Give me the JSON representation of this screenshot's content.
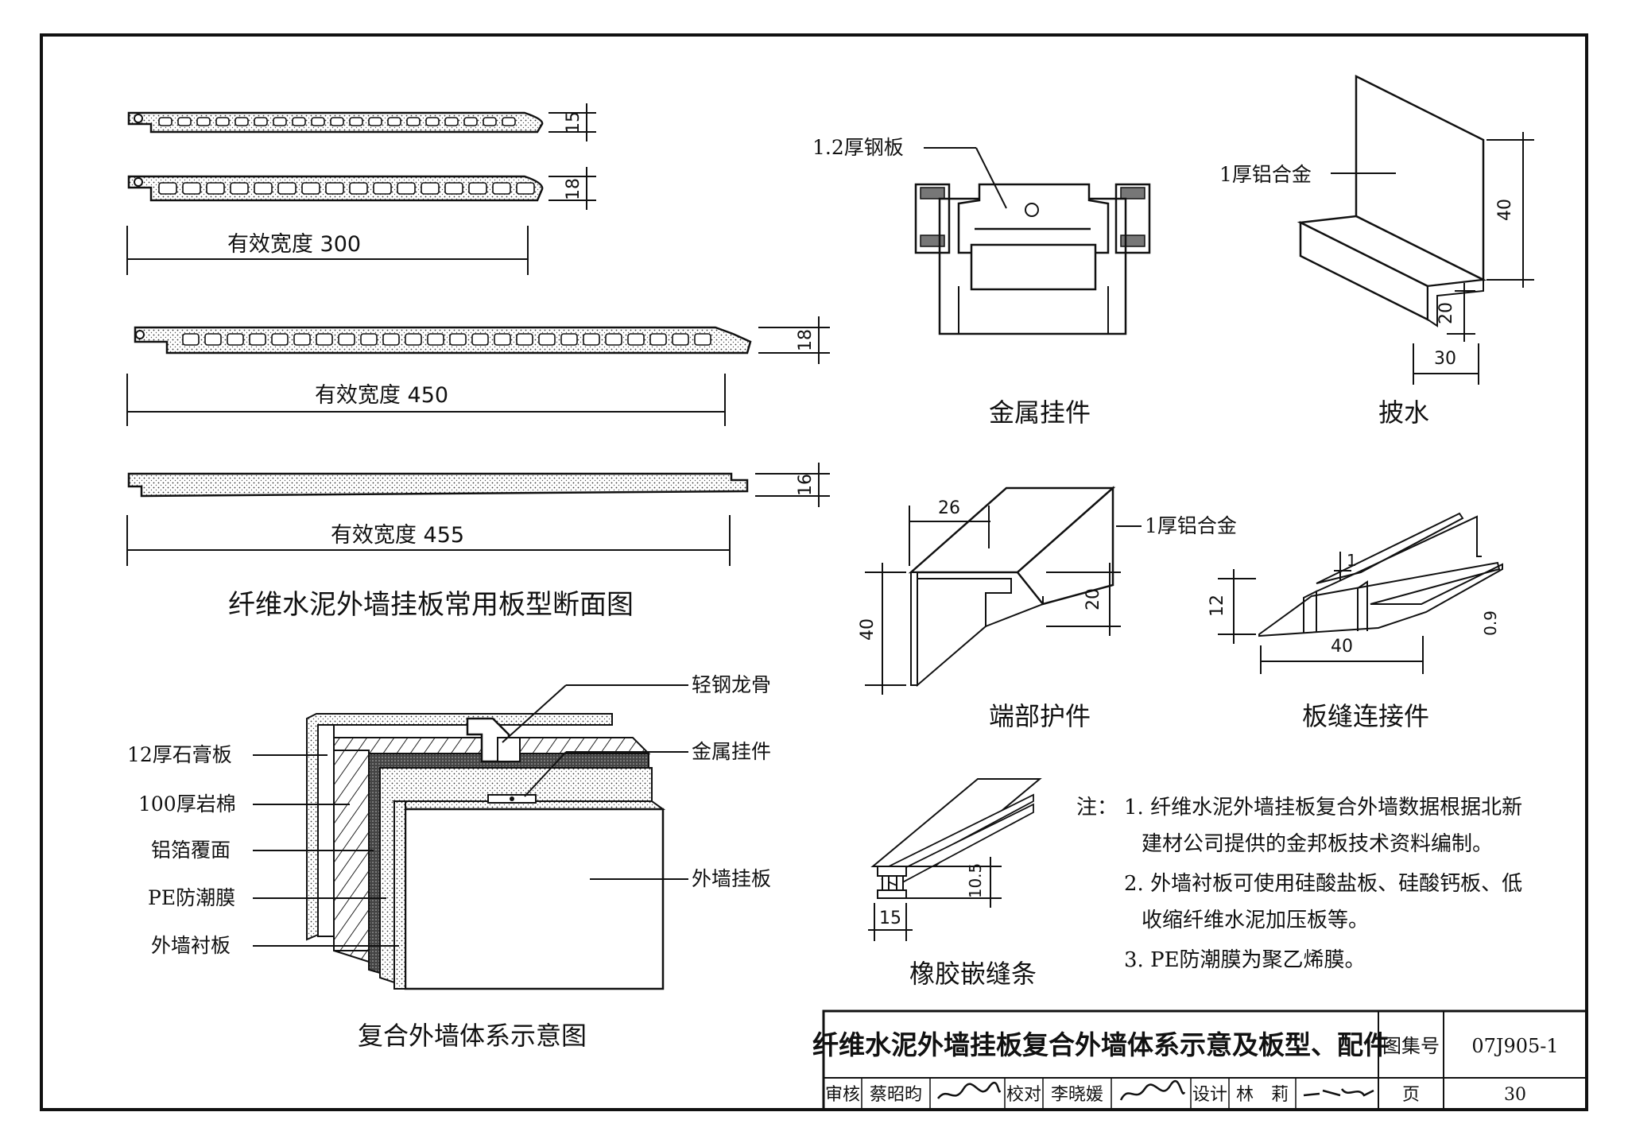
{
  "profiles": {
    "dim_15": "15",
    "dim_18a": "18",
    "width_300": "有效宽度 300",
    "dim_18b": "18",
    "width_450": "有效宽度 450",
    "dim_16": "16",
    "width_455": "有效宽度 455",
    "caption": "纤维水泥外墙挂板常用板型断面图"
  },
  "metal_hanger": {
    "label_steel": "1.2厚钢板",
    "caption": "金属挂件"
  },
  "flashing": {
    "label_alloy": "1厚铝合金",
    "dim_40": "40",
    "dim_20": "20",
    "dim_30": "30",
    "caption": "披水"
  },
  "end_guard": {
    "label_alloy": "1厚铝合金",
    "dim_26": "26",
    "dim_40": "40",
    "dim_20": "20",
    "caption": "端部护件"
  },
  "joint_connector": {
    "dim_1": "1",
    "dim_12": "12",
    "dim_09": "0.9",
    "dim_40": "40",
    "caption": "板缝连接件"
  },
  "rubber_strip": {
    "dim_105": "10.5",
    "dim_15": "15",
    "caption": "橡胶嵌缝条"
  },
  "wall_system": {
    "labels": {
      "gypsum": "12厚石膏板",
      "rockwool": "100厚岩棉",
      "foil": "铝箔覆面",
      "pe": "PE防潮膜",
      "lining": "外墙衬板",
      "keel": "轻钢龙骨",
      "hanger": "金属挂件",
      "panel": "外墙挂板"
    },
    "caption": "复合外墙体系示意图"
  },
  "notes": {
    "head": "注：",
    "lines": [
      "1. 纤维水泥外墙挂板复合外墙数据根据北新",
      "建材公司提供的金邦板技术资料编制。",
      "2. 外墙衬板可使用硅酸盐板、硅酸钙板、低",
      "收缩纤维水泥加压板等。",
      "3. PE防潮膜为聚乙烯膜。"
    ]
  },
  "title_block": {
    "title": "纤维水泥外墙挂板复合外墙体系示意及板型、配件",
    "atlas_label": "图集号",
    "atlas_no": "07J905-1",
    "review_label": "审核",
    "reviewer": "蔡昭昀",
    "check_label": "校对",
    "checker": "李晓媛",
    "design_label": "设计",
    "designer": "林　莉",
    "page_label": "页",
    "page_no": "30"
  }
}
